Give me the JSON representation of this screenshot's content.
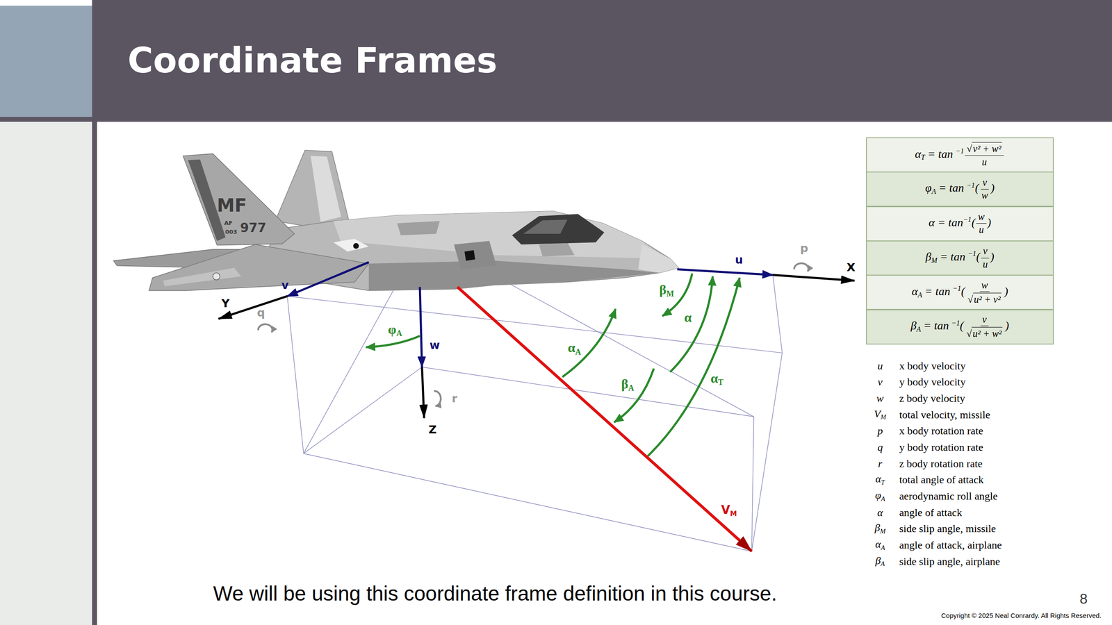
{
  "diagram": {
    "title": "Coordinate Frames",
    "caption": "We will be using this coordinate frame definition in this course.",
    "labels": [
      "MF",
      "AF",
      "003",
      "977",
      "u",
      "p",
      "X",
      "v",
      "Y",
      "q",
      "w",
      "r",
      "Z",
      "φ",
      "A",
      "β",
      "M",
      "α",
      "α",
      "A",
      "β",
      "A",
      "α",
      "T",
      "V",
      "M",
      "α",
      "T",
      "= tan",
      "−1",
      "√",
      "v² + w²",
      "u",
      "φ",
      "A",
      "= tan",
      "−1",
      "(",
      "v",
      "w",
      ")",
      "α = tan",
      "−1",
      "(",
      "w",
      "u",
      ")",
      "β",
      "M",
      "= tan",
      "−1",
      "(",
      "v",
      "u",
      ")",
      "α",
      "A",
      "= tan",
      "−1",
      "(",
      "w",
      "√",
      "u² + v²",
      ")",
      "β",
      "A",
      "= tan",
      "−1",
      "(",
      "v",
      "√",
      "u² + w²",
      ")",
      "u",
      "x body velocity",
      "v",
      "y body velocity",
      "w",
      "z body velocity",
      "V",
      "M",
      "total velocity, missile",
      "p",
      "x body rotation rate",
      "q",
      "y body rotation rate",
      "r",
      "z body rotation rate",
      "α",
      "T",
      "total angle of attack",
      "φ",
      "A",
      "aerodynamic roll angle",
      "α",
      "angle of attack",
      "β",
      "M",
      "side slip angle, missile",
      "α",
      "A",
      "angle of attack, airplane",
      "β",
      "A",
      "side slip angle, airplane",
      "8",
      "Copyright © 2025 Neal Conrardy. All Rights Reserved."
    ]
  }
}
